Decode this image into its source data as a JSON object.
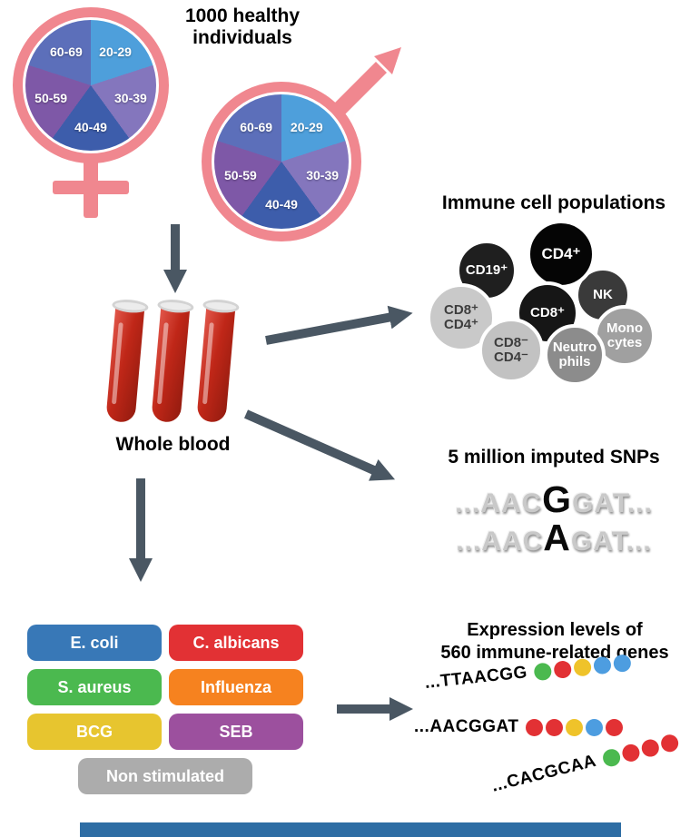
{
  "header": {
    "title": "1000 healthy individuals"
  },
  "demographics": {
    "age_groups": [
      "20-29",
      "30-39",
      "40-49",
      "50-59",
      "60-69"
    ],
    "age_colors": [
      "#4E9FDB",
      "#8476BD",
      "#3D5DAB",
      "#7E58A7",
      "#5C6FBA"
    ],
    "symbol_color": "#F0878F"
  },
  "blood": {
    "label": "Whole blood"
  },
  "immune_cells": {
    "title": "Immune cell populations",
    "cells": [
      {
        "label": "CD19⁺",
        "color": "#1f1f1f",
        "text_color": "#ffffff"
      },
      {
        "label": "CD8⁺\nCD4⁺",
        "color": "#c9c9c9",
        "text_color": "#3d3d3d"
      },
      {
        "label": "NK",
        "color": "#3a3a3a",
        "text_color": "#ffffff"
      },
      {
        "label": "CD4⁺",
        "color": "#050505",
        "text_color": "#ffffff"
      },
      {
        "label": "Mono\ncytes",
        "color": "#a0a0a0",
        "text_color": "#ffffff"
      },
      {
        "label": "CD8⁺",
        "color": "#161616",
        "text_color": "#ffffff"
      },
      {
        "label": "CD8⁻\nCD4⁻",
        "color": "#c2c2c2",
        "text_color": "#3d3d3d"
      },
      {
        "label": "Neutro\nphils",
        "color": "#8c8c8c",
        "text_color": "#ffffff"
      }
    ]
  },
  "snps": {
    "title": "5 million imputed SNPs",
    "lines": [
      {
        "prefix": "...AAC",
        "variant": "G",
        "suffix": "GAT..."
      },
      {
        "prefix": "...AAC",
        "variant": "A",
        "suffix": "GAT..."
      }
    ]
  },
  "stimuli": {
    "items": [
      {
        "label": "E. coli",
        "color": "#3878B7"
      },
      {
        "label": "C. albicans",
        "color": "#E23134"
      },
      {
        "label": "S. aureus",
        "color": "#4BB94F"
      },
      {
        "label": "Influenza",
        "color": "#F6821F"
      },
      {
        "label": "BCG",
        "color": "#E7C52F"
      },
      {
        "label": "SEB",
        "color": "#9C509E"
      },
      {
        "label": "Non stimulated",
        "color": "#ACACAC"
      }
    ]
  },
  "expression": {
    "title": "Expression levels of\n560 immune-related genes",
    "rows": [
      {
        "sequence": "...TTAACGG",
        "dots": [
          "#4BB94F",
          "#E23134",
          "#EFC32A",
          "#4D9DE0",
          "#4D9DE0"
        ]
      },
      {
        "sequence": "...AACGGAT",
        "dots": [
          "#E23134",
          "#E23134",
          "#EFC32A",
          "#4D9DE0",
          "#E23134"
        ]
      },
      {
        "sequence": "...CACGCAA",
        "dots": [
          "#4BB94F",
          "#E23134",
          "#E23134",
          "#E23134"
        ]
      }
    ]
  },
  "misc": {
    "bottom_bar_color": "#2E6DA4",
    "arrow_color": "#4A5763"
  }
}
